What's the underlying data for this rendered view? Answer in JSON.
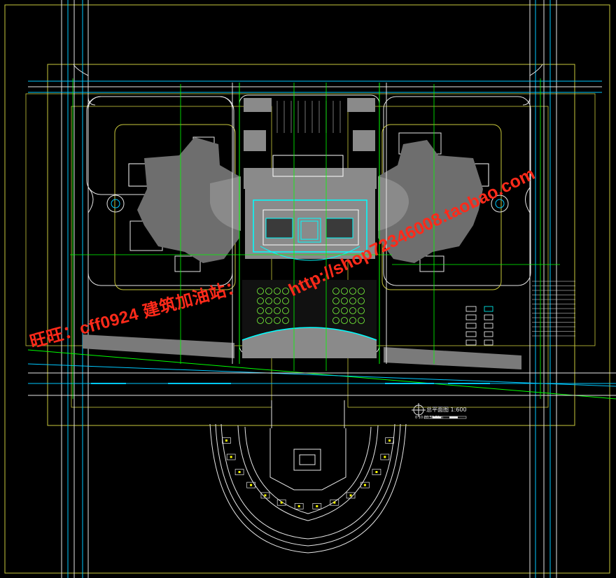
{
  "drawing": {
    "background": "#000000",
    "colors": {
      "boundary": "#c8c83c",
      "road": "#e6e6e6",
      "road_center": "#00c8ff",
      "green": "#00ff00",
      "cyan": "#00ffff",
      "building": "#ffffff",
      "paving": "#8a8a8a",
      "tree": "#7cff3c",
      "water": "#3cc8ff",
      "watermark": "#ff2a1a"
    }
  },
  "scale_bar": {
    "title": "总平面图 1:600",
    "ticks": "0  10  20     30   50m"
  },
  "watermarks": {
    "shop": "旺旺：cff0924  建筑加油站：",
    "url": "http://shop72346008.taobao.com"
  }
}
